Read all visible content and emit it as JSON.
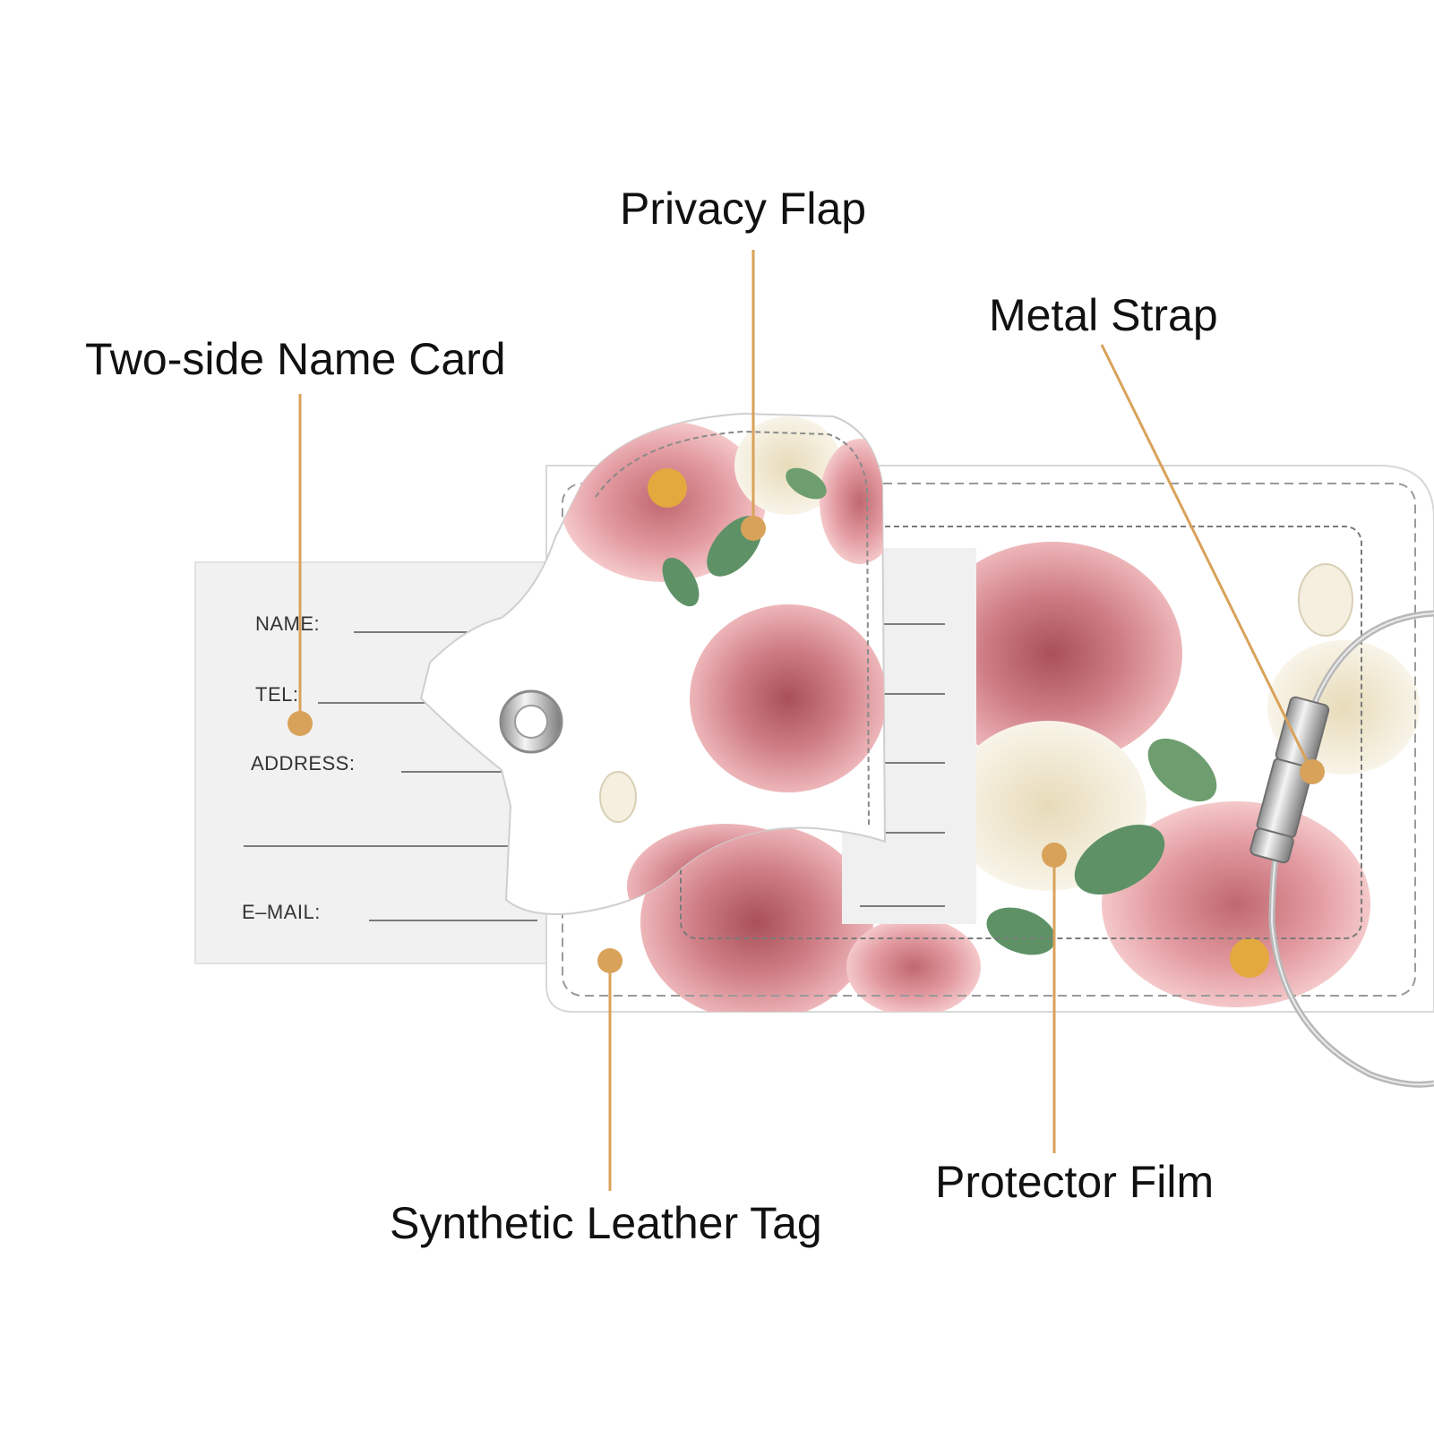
{
  "colors": {
    "accent": "#D9A25A",
    "rose": "#D9838A",
    "rose_dark": "#B8636B",
    "leaf": "#5E9266",
    "cream": "#EFE8D4",
    "card": "#F2F2F2"
  },
  "labels": {
    "privacy_flap": "Privacy Flap",
    "metal_strap": "Metal Strap",
    "name_card": "Two-side Name Card",
    "protector_film": "Protector Film",
    "leather_tag": "Synthetic Leather Tag"
  },
  "card_fields": {
    "name": "NAME:",
    "tel": "TEL:",
    "address": "ADDRESS:",
    "email": "E–MAIL:"
  }
}
